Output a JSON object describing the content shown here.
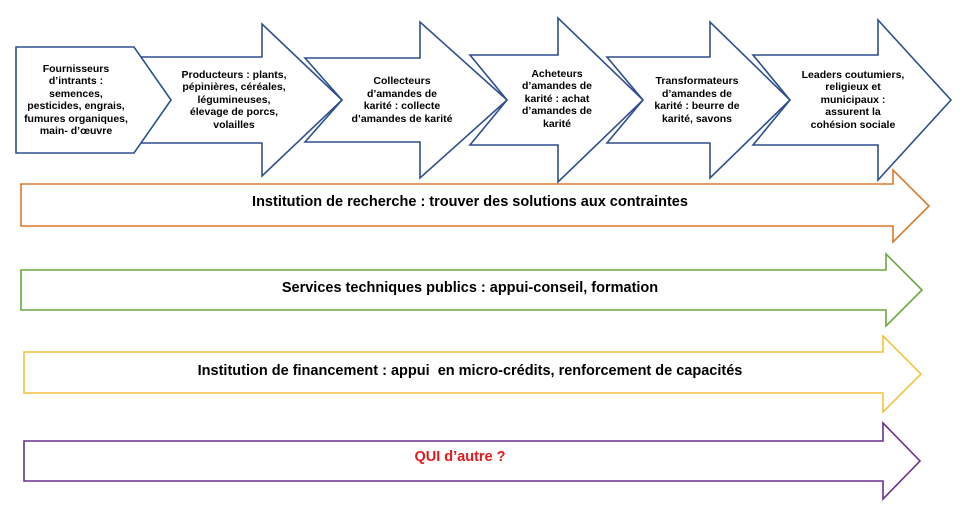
{
  "value_chain": {
    "steps": [
      {
        "label": "Fournisseurs\nd’intrants :\nsemences,\npesticides, engrais,\nfumures organiques,\nmain- d’œuvre"
      },
      {
        "label": "Producteurs : plants,\npépinières, céréales,\nlégumineuses,\nélevage de porcs,\nvolailles"
      },
      {
        "label": "Collecteurs\nd’amandes de\nkarité : collecte\nd’amandes de karité"
      },
      {
        "label": "Acheteurs\nd’amandes de\nkarité : achat\nd’amandes de\nkarité"
      },
      {
        "label": "Transformateurs\nd’amandes de\nkarité : beurre de\nkarité, savons"
      },
      {
        "label": "Leaders coutumiers,\nreligieux et\nmunicipaux :\nassurent la\ncohésion sociale"
      }
    ]
  },
  "support_bands": [
    {
      "label": "Institution de recherche : trouver des solutions aux contraintes",
      "color": "#d87a2c",
      "text_color": "#000000"
    },
    {
      "label": "Services techniques publics : appui-conseil, formation",
      "color": "#68a83c",
      "text_color": "#000000"
    },
    {
      "label": "Institution de financement : appui  en micro-crédits, renforcement de capacités",
      "color": "#f4c23a",
      "text_color": "#000000"
    },
    {
      "label": "QUI d’autre ?",
      "color": "#6a2f8f",
      "text_color": "#e01b1b"
    }
  ],
  "colors": {
    "chain_stroke": "#2f4f8f",
    "background": "#ffffff"
  }
}
